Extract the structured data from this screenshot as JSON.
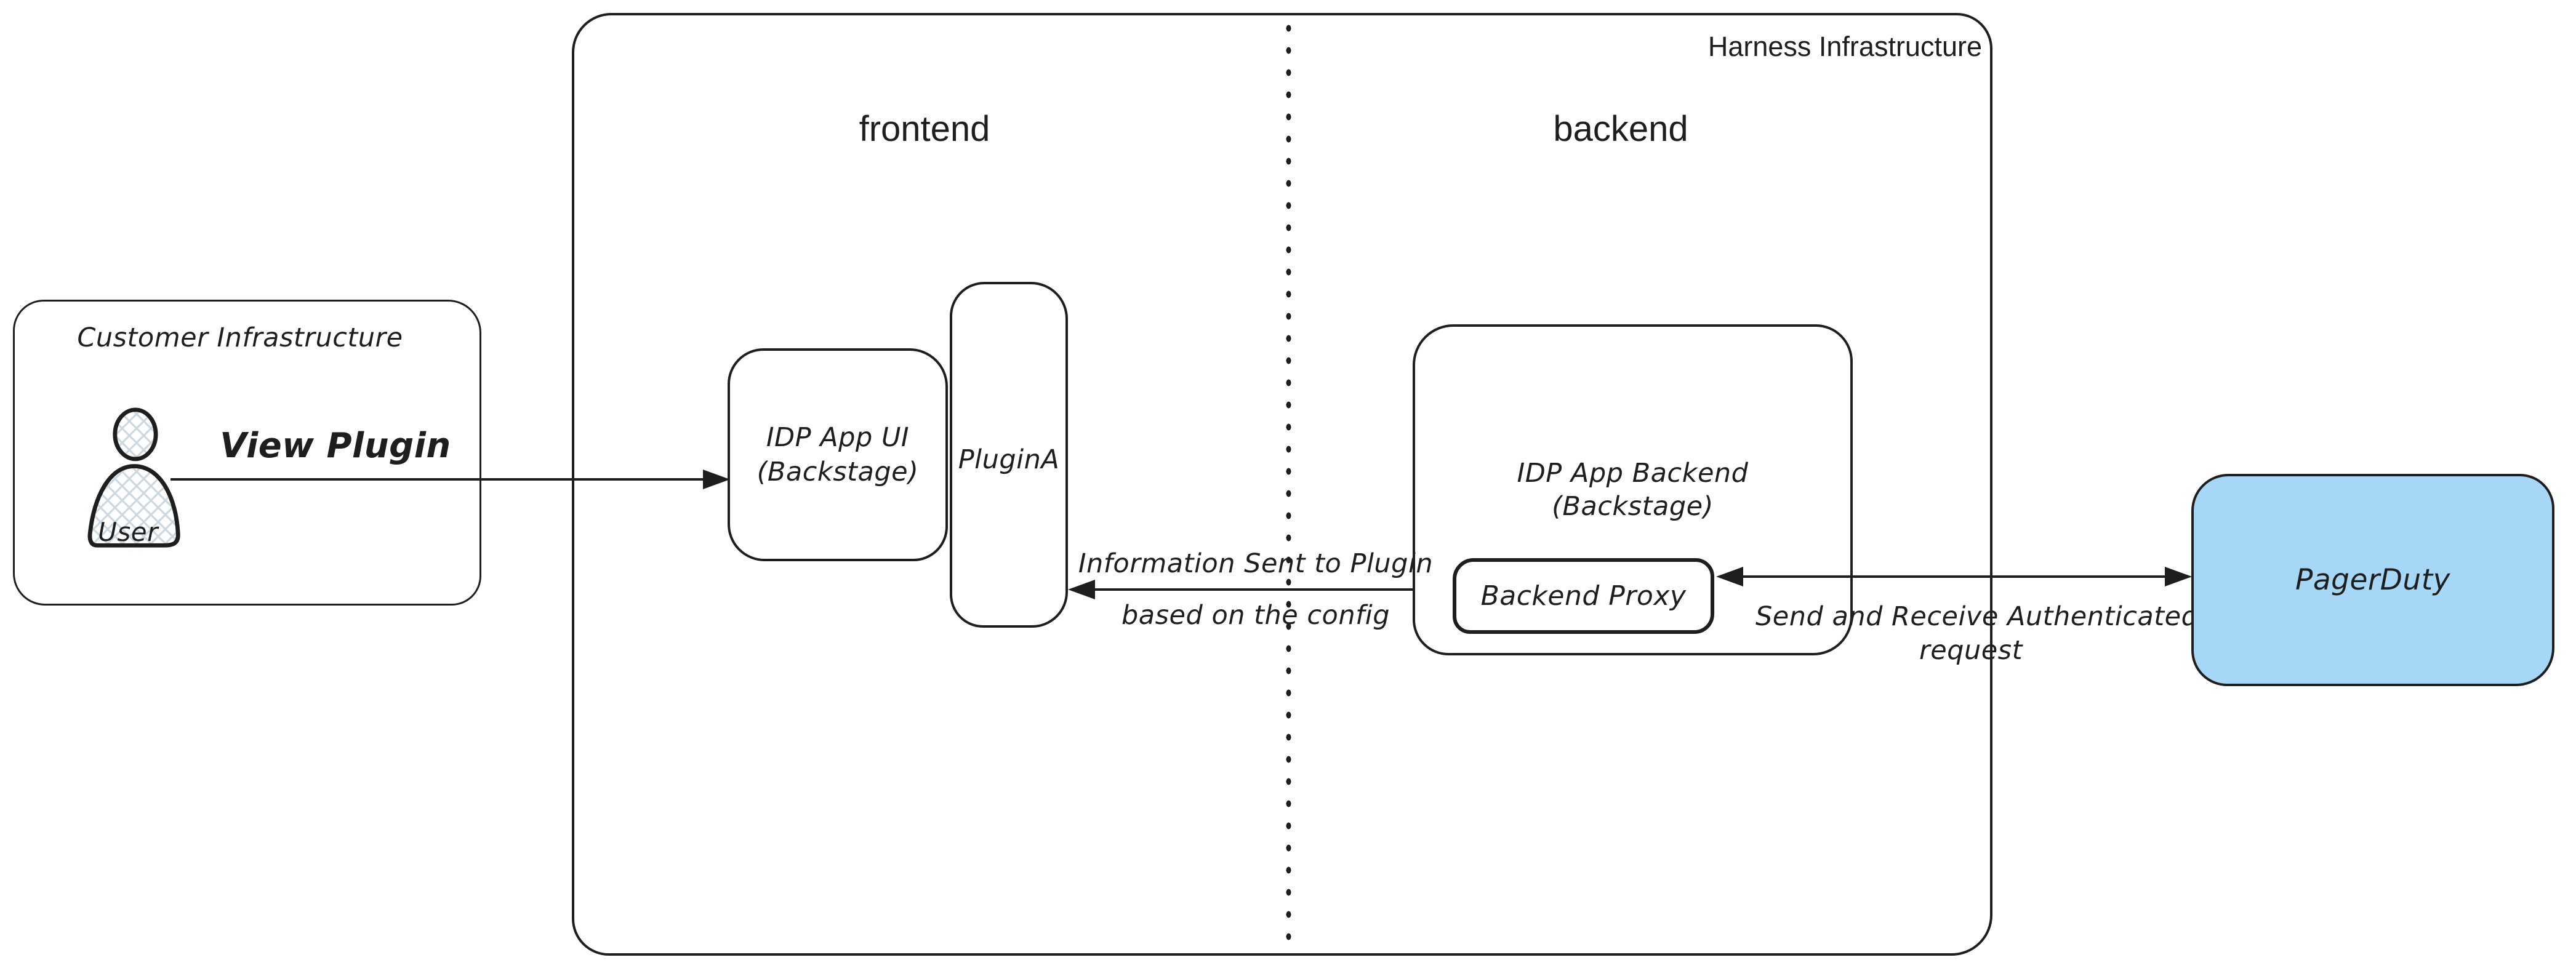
{
  "colors": {
    "stroke": "#1e1e1e",
    "pagerduty_fill": "#a7d7f6",
    "hatch": "#ccd8e0",
    "background": "#ffffff"
  },
  "harness": {
    "label": "Harness Infrastructure",
    "frontend_label": "frontend",
    "backend_label": "backend"
  },
  "customer": {
    "label": "Customer Infrastructure",
    "user_label": "User"
  },
  "nodes": {
    "idp_ui": {
      "line1": "IDP App UI",
      "line2": "(Backstage)"
    },
    "plugin_a": {
      "label": "PluginA"
    },
    "idp_backend": {
      "line1": "IDP App Backend",
      "line2": "(Backstage)"
    },
    "backend_proxy": {
      "label": "Backend Proxy"
    },
    "pagerduty": {
      "label": "PagerDuty"
    }
  },
  "arrows": {
    "view_plugin": {
      "label": "View Plugin"
    },
    "info_sent": {
      "line1": "Information Sent to Plugin",
      "line2": "based on the config"
    },
    "auth": {
      "line1": "Send and Receive Authenticated",
      "line2": "request"
    }
  }
}
